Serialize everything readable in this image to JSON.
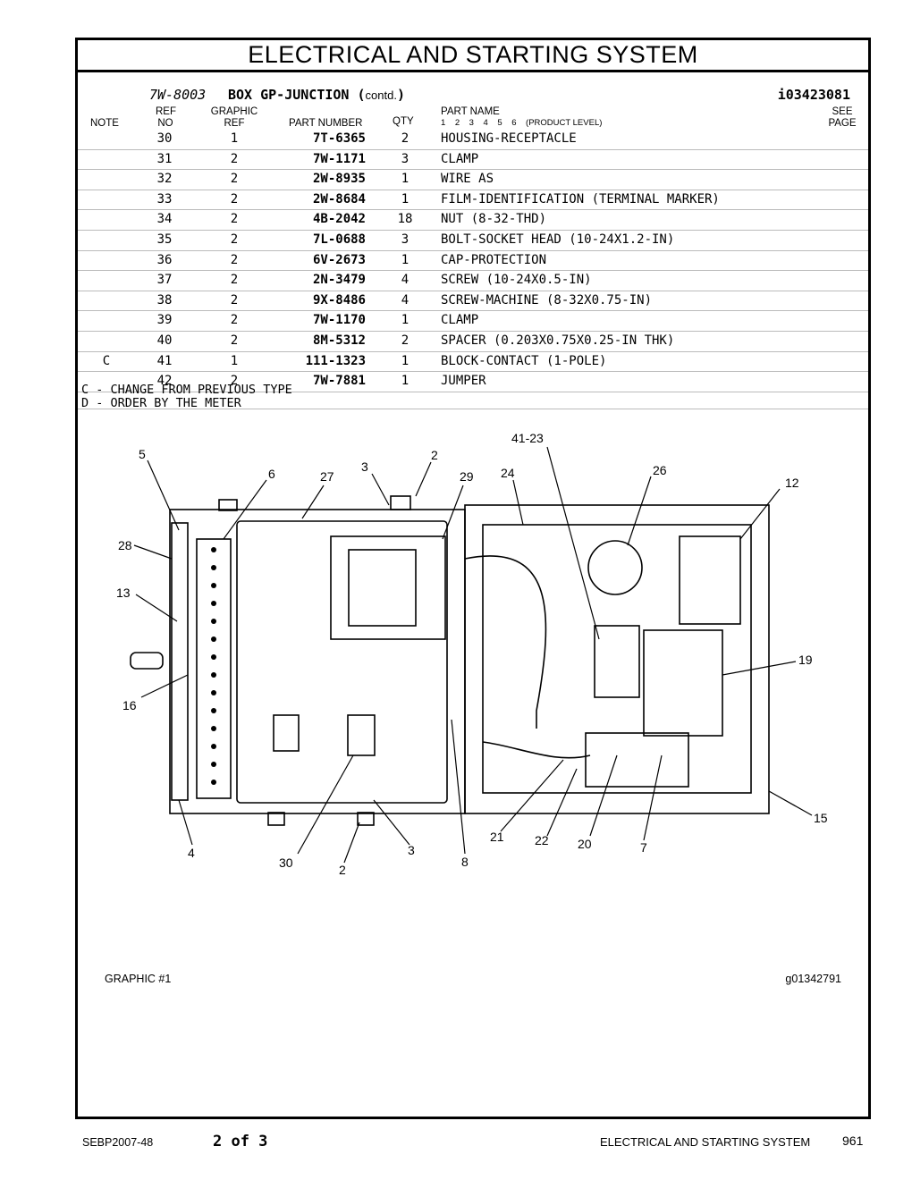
{
  "header": {
    "title": "ELECTRICAL AND STARTING SYSTEM"
  },
  "group": {
    "number": "7W-8003",
    "name": "BOX GP-JUNCTION (",
    "contd": "contd.",
    "close": ")",
    "illustration_id": "i03423081"
  },
  "columns": {
    "note": "NOTE",
    "ref_top": "REF",
    "ref_bottom": "NO",
    "graphic_top": "GRAPHIC",
    "graphic_bottom": "REF",
    "part_number": "PART NUMBER",
    "qty": "QTY",
    "part_name": "PART NAME",
    "product_levels": "1    2    3    4    5    6    (PRODUCT LEVEL)",
    "see_top": "SEE",
    "see_bottom": "PAGE"
  },
  "parts": [
    {
      "note": "",
      "ref": "30",
      "graphic": "1",
      "part_number": "7T-6365",
      "qty": "2",
      "name": "HOUSING-RECEPTACLE"
    },
    {
      "note": "",
      "ref": "31",
      "graphic": "2",
      "part_number": "7W-1171",
      "qty": "3",
      "name": "CLAMP"
    },
    {
      "note": "",
      "ref": "32",
      "graphic": "2",
      "part_number": "2W-8935",
      "qty": "1",
      "name": "WIRE AS"
    },
    {
      "note": "",
      "ref": "33",
      "graphic": "2",
      "part_number": "2W-8684",
      "qty": "1",
      "name": "FILM-IDENTIFICATION (TERMINAL MARKER)"
    },
    {
      "note": "",
      "ref": "34",
      "graphic": "2",
      "part_number": "4B-2042",
      "qty": "18",
      "name": "NUT (8-32-THD)"
    },
    {
      "note": "",
      "ref": "35",
      "graphic": "2",
      "part_number": "7L-0688",
      "qty": "3",
      "name": "BOLT-SOCKET HEAD (10-24X1.2-IN)"
    },
    {
      "note": "",
      "ref": "36",
      "graphic": "2",
      "part_number": "6V-2673",
      "qty": "1",
      "name": "CAP-PROTECTION"
    },
    {
      "note": "",
      "ref": "37",
      "graphic": "2",
      "part_number": "2N-3479",
      "qty": "4",
      "name": "SCREW (10-24X0.5-IN)"
    },
    {
      "note": "",
      "ref": "38",
      "graphic": "2",
      "part_number": "9X-8486",
      "qty": "4",
      "name": "SCREW-MACHINE (8-32X0.75-IN)"
    },
    {
      "note": "",
      "ref": "39",
      "graphic": "2",
      "part_number": "7W-1170",
      "qty": "1",
      "name": "CLAMP"
    },
    {
      "note": "",
      "ref": "40",
      "graphic": "2",
      "part_number": "8M-5312",
      "qty": "2",
      "name": "SPACER (0.203X0.75X0.25-IN THK)"
    },
    {
      "note": "C",
      "ref": "41",
      "graphic": "1",
      "part_number": "111-1323",
      "qty": "1",
      "name": "BLOCK-CONTACT (1-POLE)"
    },
    {
      "note": "",
      "ref": "42",
      "graphic": "2",
      "part_number": "7W-7881",
      "qty": "1",
      "name": "JUMPER"
    }
  ],
  "notes": [
    "C - CHANGE FROM PREVIOUS TYPE",
    "D - ORDER BY THE METER"
  ],
  "diagram": {
    "callouts": [
      "5",
      "6",
      "27",
      "3",
      "2",
      "29",
      "24",
      "41-23",
      "26",
      "12",
      "28",
      "13",
      "16",
      "19",
      "15",
      "4",
      "30",
      "2",
      "3",
      "8",
      "21",
      "22",
      "20",
      "7"
    ],
    "graphic_label": "GRAPHIC #1",
    "graphic_id": "g01342791"
  },
  "footer": {
    "doc_number": "SEBP2007-48",
    "page_of": "2 of 3",
    "section": "ELECTRICAL AND STARTING SYSTEM",
    "page_number": "961"
  }
}
